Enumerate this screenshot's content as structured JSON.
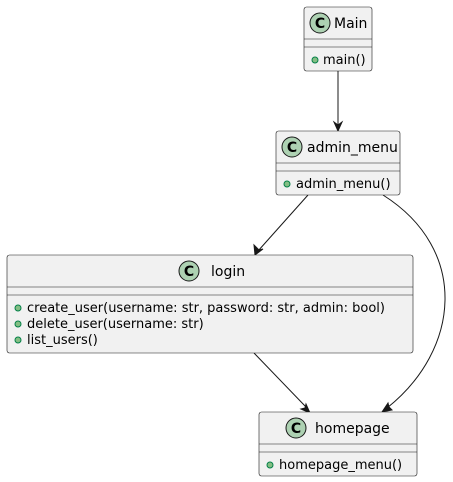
{
  "diagram": {
    "type": "uml-class-diagram",
    "colors": {
      "box_fill": "#f1f1f1",
      "border": "#181818",
      "class_badge": "#add1b2",
      "public_method_dot": "#84be84",
      "public_method_dot_border": "#038048"
    },
    "classes": {
      "main": {
        "stereotype_letter": "C",
        "name": "Main",
        "methods": [
          {
            "visibility": "public",
            "signature": "main()"
          }
        ]
      },
      "admin_menu": {
        "stereotype_letter": "C",
        "name": "admin_menu",
        "methods": [
          {
            "visibility": "public",
            "signature": "admin_menu()"
          }
        ]
      },
      "login": {
        "stereotype_letter": "C",
        "name": "login",
        "methods": [
          {
            "visibility": "public",
            "signature": "create_user(username: str, password: str, admin: bool)"
          },
          {
            "visibility": "public",
            "signature": "delete_user(username: str)"
          },
          {
            "visibility": "public",
            "signature": "list_users()"
          }
        ]
      },
      "homepage": {
        "stereotype_letter": "C",
        "name": "homepage",
        "methods": [
          {
            "visibility": "public",
            "signature": "homepage_menu()"
          }
        ]
      }
    },
    "relations": [
      {
        "from": "Main",
        "to": "admin_menu",
        "kind": "association-arrow"
      },
      {
        "from": "admin_menu",
        "to": "login",
        "kind": "association-arrow"
      },
      {
        "from": "admin_menu",
        "to": "homepage",
        "kind": "association-arrow"
      },
      {
        "from": "login",
        "to": "homepage",
        "kind": "association-arrow"
      }
    ]
  }
}
